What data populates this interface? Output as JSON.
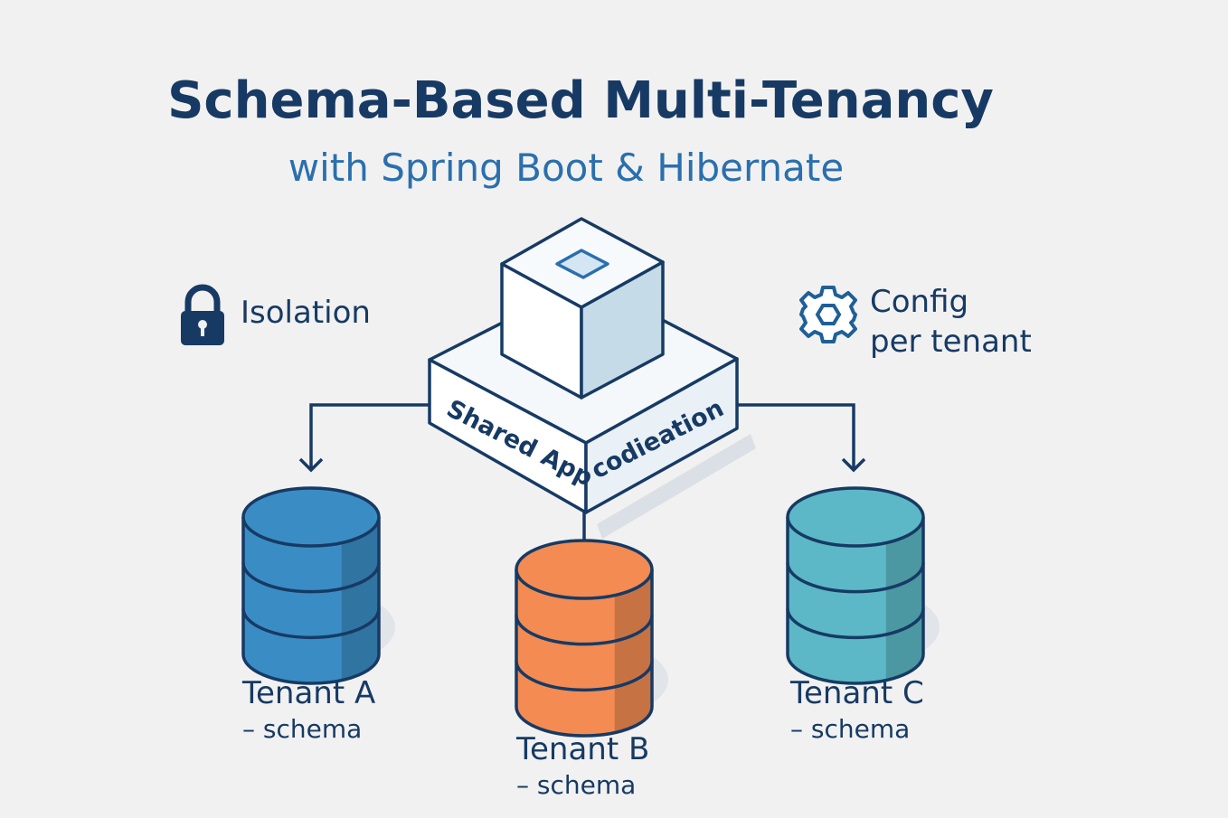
{
  "title": "Schema-Based Multi-Tenancy",
  "subtitle": "with Spring Boot & Hibernate",
  "features": {
    "isolation": {
      "label": "Isolation",
      "icon": "lock-icon"
    },
    "config": {
      "line1": "Config",
      "line2": "per tenant",
      "icon": "gear-icon"
    }
  },
  "platform": {
    "label_left": "Shared App",
    "label_right": "codieation",
    "icon": "app-cube-icon"
  },
  "tenants": [
    {
      "name": "Tenant A",
      "sub": "– schema",
      "color": "#3a8dc4",
      "icon": "database-icon"
    },
    {
      "name": "Tenant B",
      "sub": "– schema",
      "color": "#f38b52",
      "icon": "database-icon"
    },
    {
      "name": "Tenant C",
      "sub": "– schema",
      "color": "#5cb8c6",
      "icon": "database-icon"
    }
  ],
  "colors": {
    "navy": "#173a64",
    "title_blue": "#2a6fae",
    "background": "#f1f1f1"
  }
}
